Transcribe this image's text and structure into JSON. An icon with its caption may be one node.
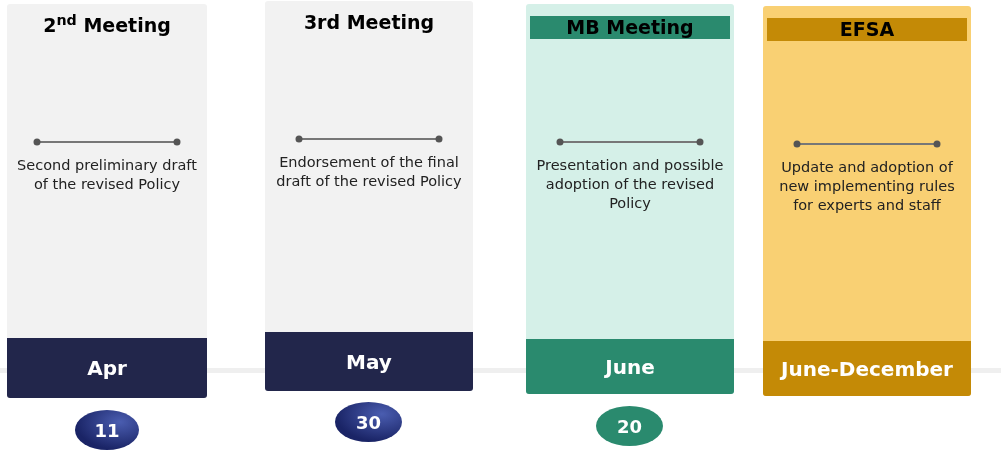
{
  "diagram": {
    "nodes": [
      {
        "text": [
          "2$^{nd}$ Meeting",
          "Second preliminary draft of the revised Policy"
        ]
      },
      {
        "text": [
          "Apr"
        ],
        "in": 0
      },
      {
        "text": [
          "11"
        ]
      },
      {
        "text": [
          "3rd Meeting",
          "Endorsement of the final draft of the revised Policy"
        ]
      },
      {
        "text": [
          "May"
        ],
        "in": 3
      },
      {
        "text": [
          "30"
        ]
      },
      {
        "text": [
          "MB Meeting",
          "Presentation and possible adoption of the revised Policy"
        ]
      },
      {
        "text": [
          "June"
        ],
        "in": 6
      },
      {
        "text": [
          "20"
        ]
      },
      {
        "text": [
          "EFSA",
          "Update and adoption of new implementing rules for experts and staff"
        ]
      },
      {
        "text": [
          "June-December"
        ],
        "in": 9
      }
    ]
  }
}
